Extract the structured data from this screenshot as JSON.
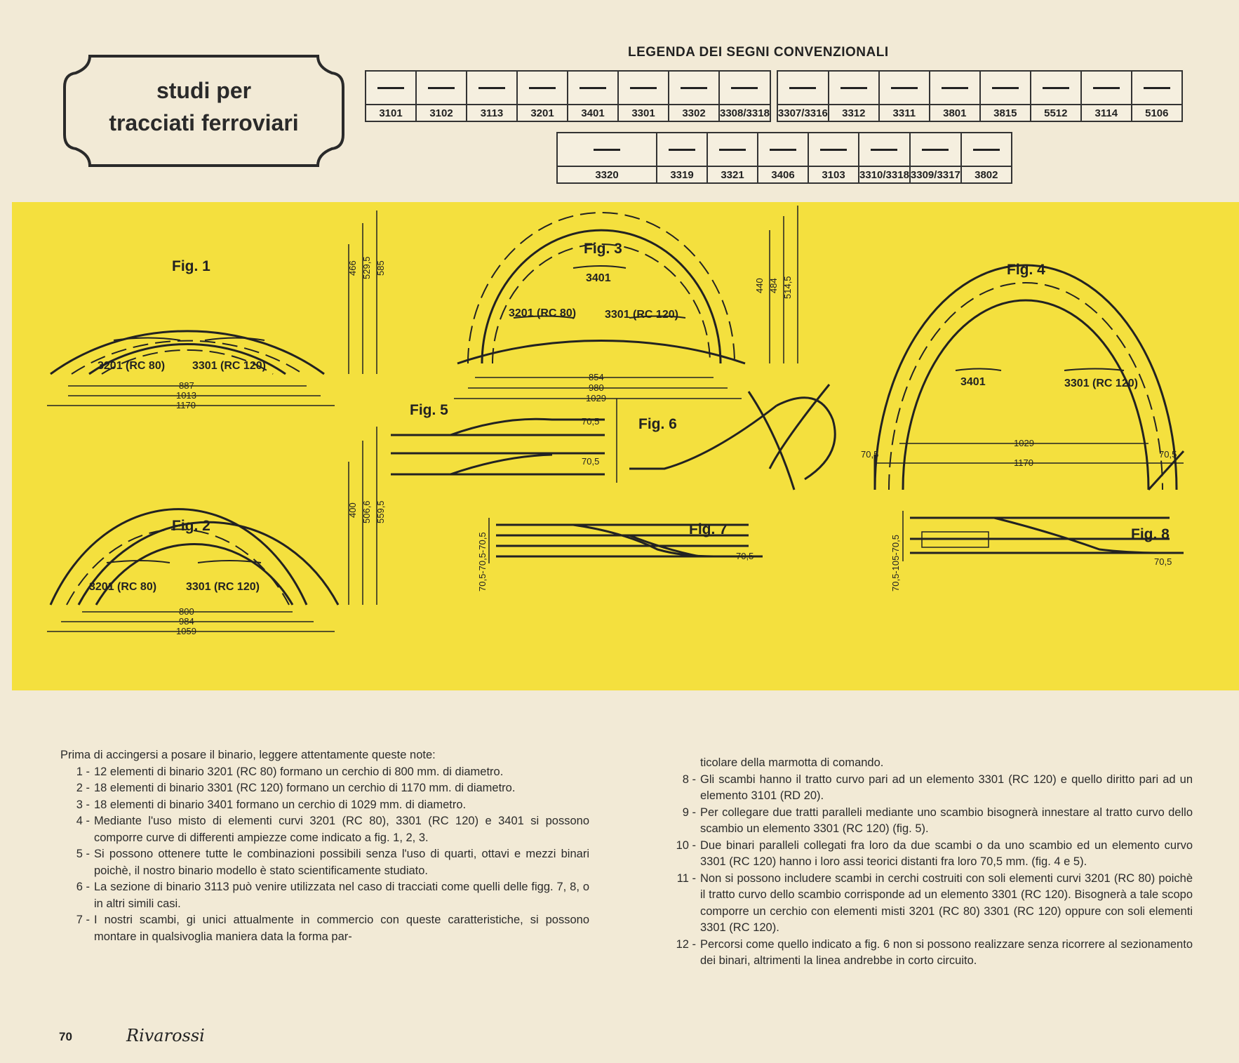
{
  "title": {
    "line1": "studi per",
    "line2": "tracciati ferroviari"
  },
  "legend": {
    "title": "LEGENDA DEI SEGNI CONVENZIONALI",
    "row1_left": [
      "3101",
      "3102",
      "3113",
      "3201",
      "3401",
      "3301",
      "3302",
      "3308/3318"
    ],
    "row1_right": [
      "3307/3316",
      "3312",
      "3311",
      "3801",
      "3815",
      "5512",
      "3114",
      "5106"
    ],
    "row2": [
      "3320",
      "3319",
      "3321",
      "3406",
      "3103",
      "3310/3318",
      "3309/3317",
      "3802"
    ]
  },
  "figures": {
    "fig1": {
      "label": "Fig. 1",
      "track_a": "3201 (RC 80)",
      "track_b": "3301 (RC 120)",
      "widths": [
        "887",
        "1013",
        "1170"
      ],
      "heights": [
        "466",
        "529,5",
        "585"
      ]
    },
    "fig2": {
      "label": "Fig. 2",
      "track_a": "3201 (RC 80)",
      "track_b": "3301 (RC 120)",
      "widths": [
        "800",
        "984",
        "1059"
      ],
      "heights": [
        "400",
        "506,6",
        "559,5"
      ]
    },
    "fig3": {
      "label": "Fig. 3",
      "track_mid": "3401",
      "track_a": "3201 (RC 80)",
      "track_b": "3301 (RC 120)",
      "widths": [
        "854",
        "980",
        "1029"
      ],
      "heights": [
        "440",
        "484",
        "514,5"
      ]
    },
    "fig4": {
      "label": "Fig. 4",
      "track_a": "3401",
      "track_b": "3301 (RC 120)",
      "widths": [
        "1029",
        "1170"
      ],
      "offsets": [
        "70,5",
        "70,5"
      ]
    },
    "fig5": {
      "label": "Fig. 5",
      "dims": [
        "70,5",
        "70,5"
      ]
    },
    "fig6": {
      "label": "Fig. 6"
    },
    "fig7": {
      "label": "Fig. 7",
      "side": "70,5-70,5-70,5",
      "dim": "70,5"
    },
    "fig8": {
      "label": "Fig. 8",
      "side": "70,5-105-70,5",
      "dim": "70,5"
    }
  },
  "notes": {
    "intro": "Prima di accingersi a posare il binario, leggere attentamente queste note:",
    "items_left": [
      {
        "n": "1 -",
        "t": "12 elementi di binario 3201 (RC 80) formano un cerchio di 800 mm. di diametro."
      },
      {
        "n": "2 -",
        "t": "18 elementi di binario 3301 (RC 120) formano un cerchio di 1170 mm. di diametro."
      },
      {
        "n": "3 -",
        "t": "18 elementi di binario 3401 formano un cerchio di 1029 mm. di diametro."
      },
      {
        "n": "4 -",
        "t": "Mediante l'uso misto di elementi curvi 3201 (RC 80), 3301 (RC 120) e 3401 si possono comporre curve di differenti ampiezze come indicato a fig. 1, 2, 3."
      },
      {
        "n": "5 -",
        "t": "Si possono ottenere tutte le combinazioni possibili senza l'uso di quarti, ottavi e mezzi binari poichè, il nostro binario modello è stato scientificamente studiato."
      },
      {
        "n": "6 -",
        "t": "La sezione di binario 3113 può venire utilizzata nel caso di tracciati come quelli delle figg. 7, 8, o in altri simili casi."
      },
      {
        "n": "7 -",
        "t": "I nostri scambi, gi unici attualmente in commercio con queste caratteristiche, si possono montare in qualsivoglia maniera data la forma par-"
      }
    ],
    "continuation": "ticolare della marmotta di comando.",
    "items_right": [
      {
        "n": "8 -",
        "t": "Gli scambi hanno il tratto curvo pari ad un elemento 3301 (RC 120) e quello diritto pari ad un elemento 3101 (RD 20)."
      },
      {
        "n": "9 -",
        "t": "Per collegare due tratti paralleli mediante uno scambio bisognerà innestare al tratto curvo dello scambio un elemento 3301 (RC 120) (fig. 5)."
      },
      {
        "n": "10 -",
        "t": "Due binari paralleli collegati fra loro da due scambi o da uno scambio ed un elemento curvo 3301 (RC 120) hanno i loro assi teorici distanti fra loro 70,5 mm. (fig. 4 e 5)."
      },
      {
        "n": "11 -",
        "t": "Non si possono includere scambi in cerchi costruiti con soli elementi curvi 3201 (RC 80) poichè il tratto curvo dello scambio corrisponde ad un elemento 3301 (RC 120). Bisognerà a tale scopo comporre un cerchio con elementi misti 3201 (RC 80) 3301 (RC 120) oppure con soli elementi 3301 (RC 120)."
      },
      {
        "n": "12 -",
        "t": "Percorsi come quello indicato a fig. 6 non si possono realizzare senza ricorrere al sezionamento dei binari, altrimenti la linea andrebbe in corto circuito."
      }
    ]
  },
  "footer": {
    "page": "70",
    "brand": "Rivarossi"
  },
  "colors": {
    "paper": "#f2ead6",
    "yellow": "#f4e03e",
    "ink": "#222222"
  }
}
